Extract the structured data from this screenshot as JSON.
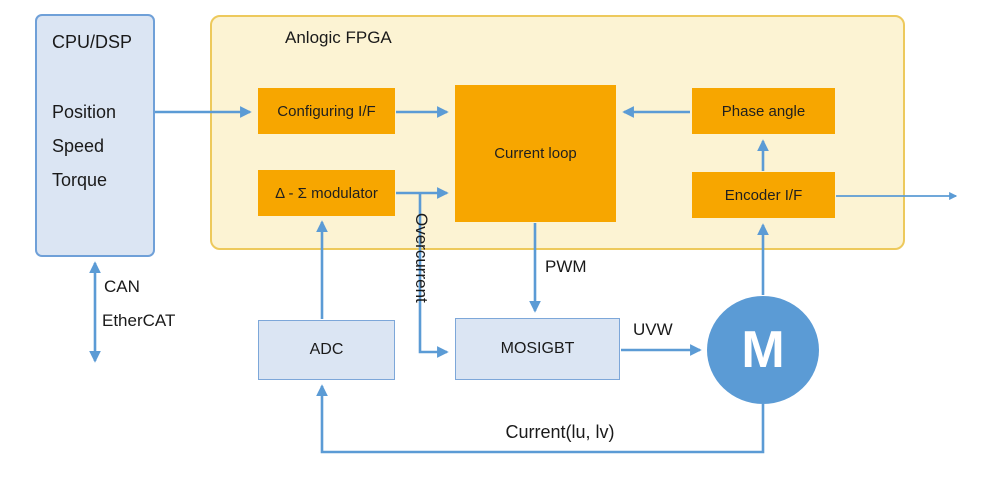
{
  "cpu": {
    "title": "CPU/DSP",
    "lines": [
      "Position",
      "Speed",
      "Torque"
    ]
  },
  "fpga": {
    "title": "Anlogic FPGA",
    "configuring": "Configuring I/F",
    "modulator": "Δ - Σ modulator",
    "current_loop": "Current loop",
    "phase_angle": "Phase angle",
    "encoder": "Encoder I/F"
  },
  "power": {
    "adc": "ADC",
    "mosigbt": "MOSIGBT",
    "motor": "M"
  },
  "labels": {
    "can": "CAN",
    "ethercat": "EtherCAT",
    "overcurrent": "Overcurrent",
    "pwm": "PWM",
    "uvw": "UVW",
    "current_feedback": "Current(lu, lv)"
  },
  "colors": {
    "arrow_blue": "#5B9BD5",
    "block_orange": "#F7A600",
    "block_blue_bg": "#DBE5F3",
    "fpga_bg": "#FCF3D3",
    "fpga_border": "#EDC95C",
    "motor_blue": "#5B9BD5"
  }
}
